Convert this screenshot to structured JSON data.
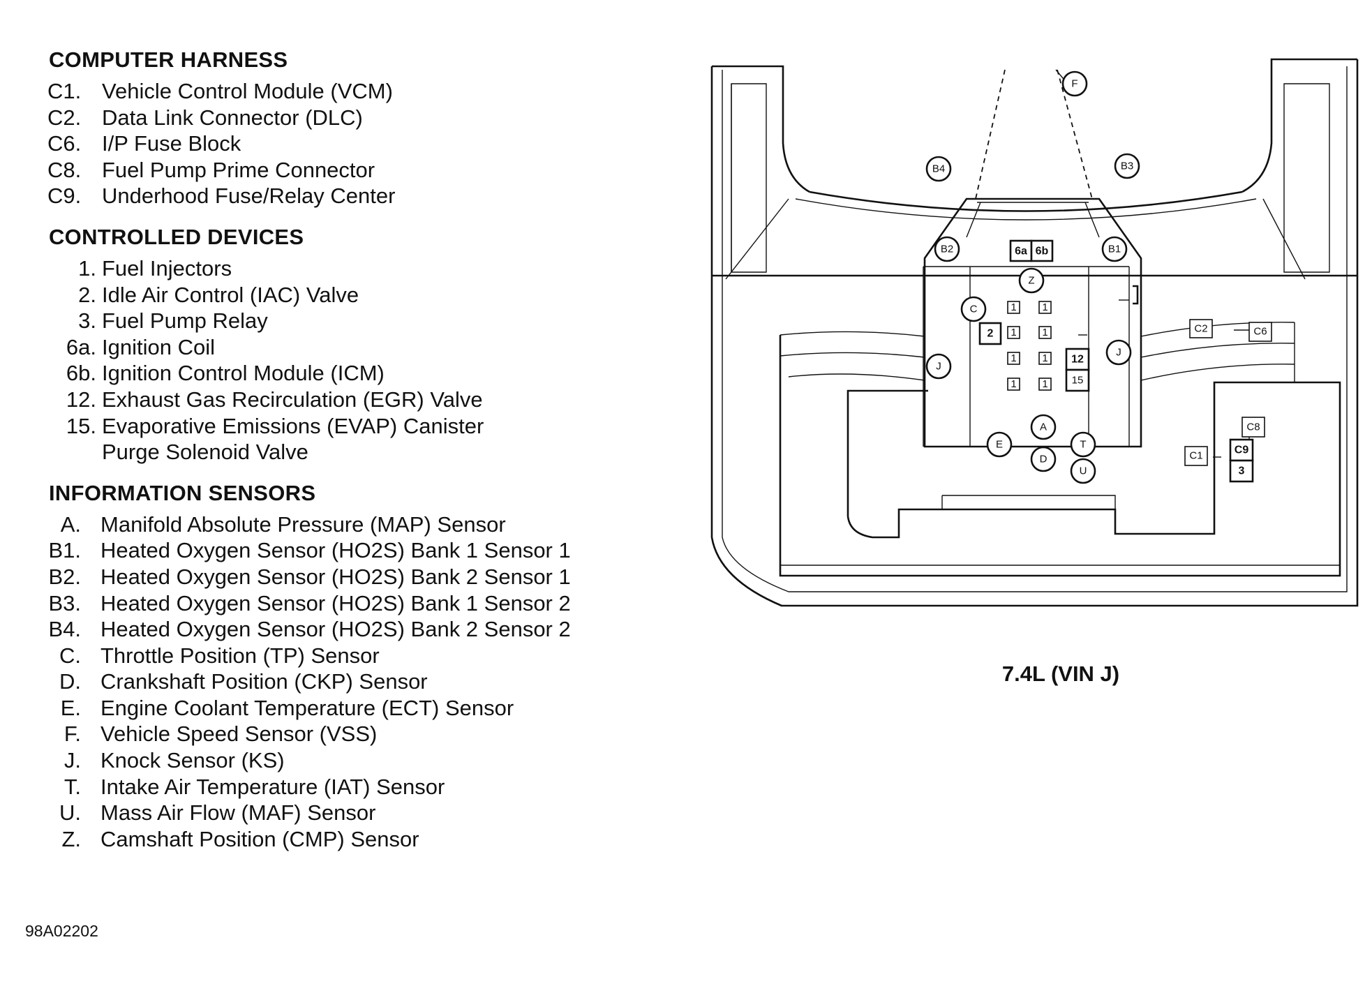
{
  "sections": {
    "harness": {
      "title": "COMPUTER HARNESS",
      "items": [
        {
          "code": "C1.",
          "label": "Vehicle Control Module (VCM)"
        },
        {
          "code": "C2.",
          "label": "Data Link Connector (DLC)"
        },
        {
          "code": "C6.",
          "label": "I/P Fuse Block"
        },
        {
          "code": "C8.",
          "label": "Fuel Pump Prime Connector"
        },
        {
          "code": "C9.",
          "label": "Underhood Fuse/Relay Center"
        }
      ]
    },
    "devices": {
      "title": "CONTROLLED DEVICES",
      "items": [
        {
          "code": "1.",
          "label": "Fuel Injectors"
        },
        {
          "code": "2.",
          "label": "Idle Air Control (IAC) Valve"
        },
        {
          "code": "3.",
          "label": "Fuel Pump Relay"
        },
        {
          "code": "6a.",
          "label": "Ignition Coil"
        },
        {
          "code": "6b.",
          "label": "Ignition Control Module (ICM)"
        },
        {
          "code": "12.",
          "label": "Exhaust Gas Recirculation (EGR) Valve"
        },
        {
          "code": "15.",
          "label": "Evaporative Emissions (EVAP) Canister"
        },
        {
          "code": "",
          "label": "Purge Solenoid Valve"
        }
      ]
    },
    "sensors": {
      "title": "INFORMATION SENSORS",
      "items": [
        {
          "code": "A.",
          "label": "Manifold Absolute Pressure (MAP) Sensor"
        },
        {
          "code": "B1.",
          "label": "Heated Oxygen Sensor (HO2S) Bank 1 Sensor 1"
        },
        {
          "code": "B2.",
          "label": "Heated Oxygen Sensor (HO2S) Bank 2 Sensor 1"
        },
        {
          "code": "B3.",
          "label": "Heated Oxygen Sensor (HO2S) Bank 1 Sensor 2"
        },
        {
          "code": "B4.",
          "label": "Heated Oxygen Sensor (HO2S) Bank 2 Sensor 2"
        },
        {
          "code": "C.",
          "label": "Throttle Position (TP) Sensor"
        },
        {
          "code": "D.",
          "label": "Crankshaft Position (CKP) Sensor"
        },
        {
          "code": "E.",
          "label": "Engine Coolant Temperature (ECT) Sensor"
        },
        {
          "code": "F.",
          "label": "Vehicle Speed Sensor (VSS)"
        },
        {
          "code": "J.",
          "label": "Knock Sensor (KS)"
        },
        {
          "code": "T.",
          "label": "Intake Air Temperature (IAT) Sensor"
        },
        {
          "code": "U.",
          "label": "Mass Air Flow (MAF) Sensor"
        },
        {
          "code": "Z.",
          "label": "Camshaft Position (CMP) Sensor"
        }
      ]
    }
  },
  "diagram": {
    "caption": "7.4L (VIN J)",
    "markers": {
      "F": "F",
      "B4": "B4",
      "B3": "B3",
      "B2": "B2",
      "B1": "B1",
      "Z": "Z",
      "C": "C",
      "J_left": "J",
      "J_right": "J",
      "A": "A",
      "E": "E",
      "D": "D",
      "T": "T",
      "U": "U"
    },
    "boxes": {
      "6a": "6a",
      "6b": "6b",
      "2": "2",
      "12": "12",
      "15": "15",
      "C2": "C2",
      "C6": "C6",
      "C8": "C8",
      "C9": "C9",
      "3": "3",
      "C1": "C1"
    },
    "injector_label": "1"
  },
  "figure_id": "98A02202"
}
